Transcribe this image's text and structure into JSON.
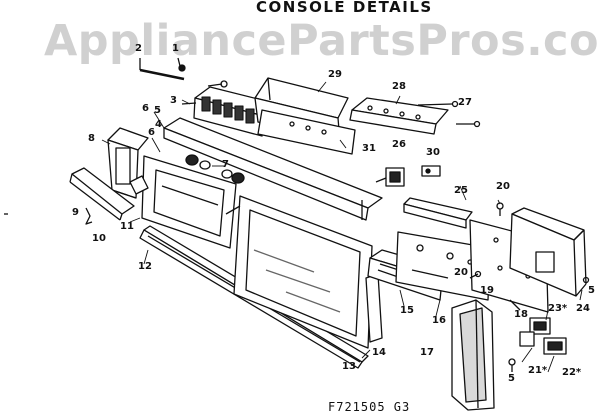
{
  "title": "CONSOLE DETAILS",
  "watermark": "AppliancePartsPros.com",
  "figure_code": "F721505 G3",
  "callouts": {
    "c1": "1",
    "c2": "2",
    "c3": "3",
    "c4": "4",
    "c5a": "5",
    "c5b": "5",
    "c6a": "6",
    "c6b": "6",
    "c7": "7",
    "c8": "8",
    "c9": "9",
    "c10": "10",
    "c11": "11",
    "c12": "12",
    "c13": "13",
    "c14": "14",
    "c15": "15",
    "c16": "16",
    "c17": "17",
    "c18": "18",
    "c19": "19",
    "c20a": "20",
    "c20b": "20",
    "c21": "21*",
    "c22": "22*",
    "c23": "23*",
    "c24": "24",
    "c25": "25",
    "c26": "26",
    "c27": "27",
    "c28": "28",
    "c29": "29",
    "c30": "30",
    "c31": "31"
  }
}
